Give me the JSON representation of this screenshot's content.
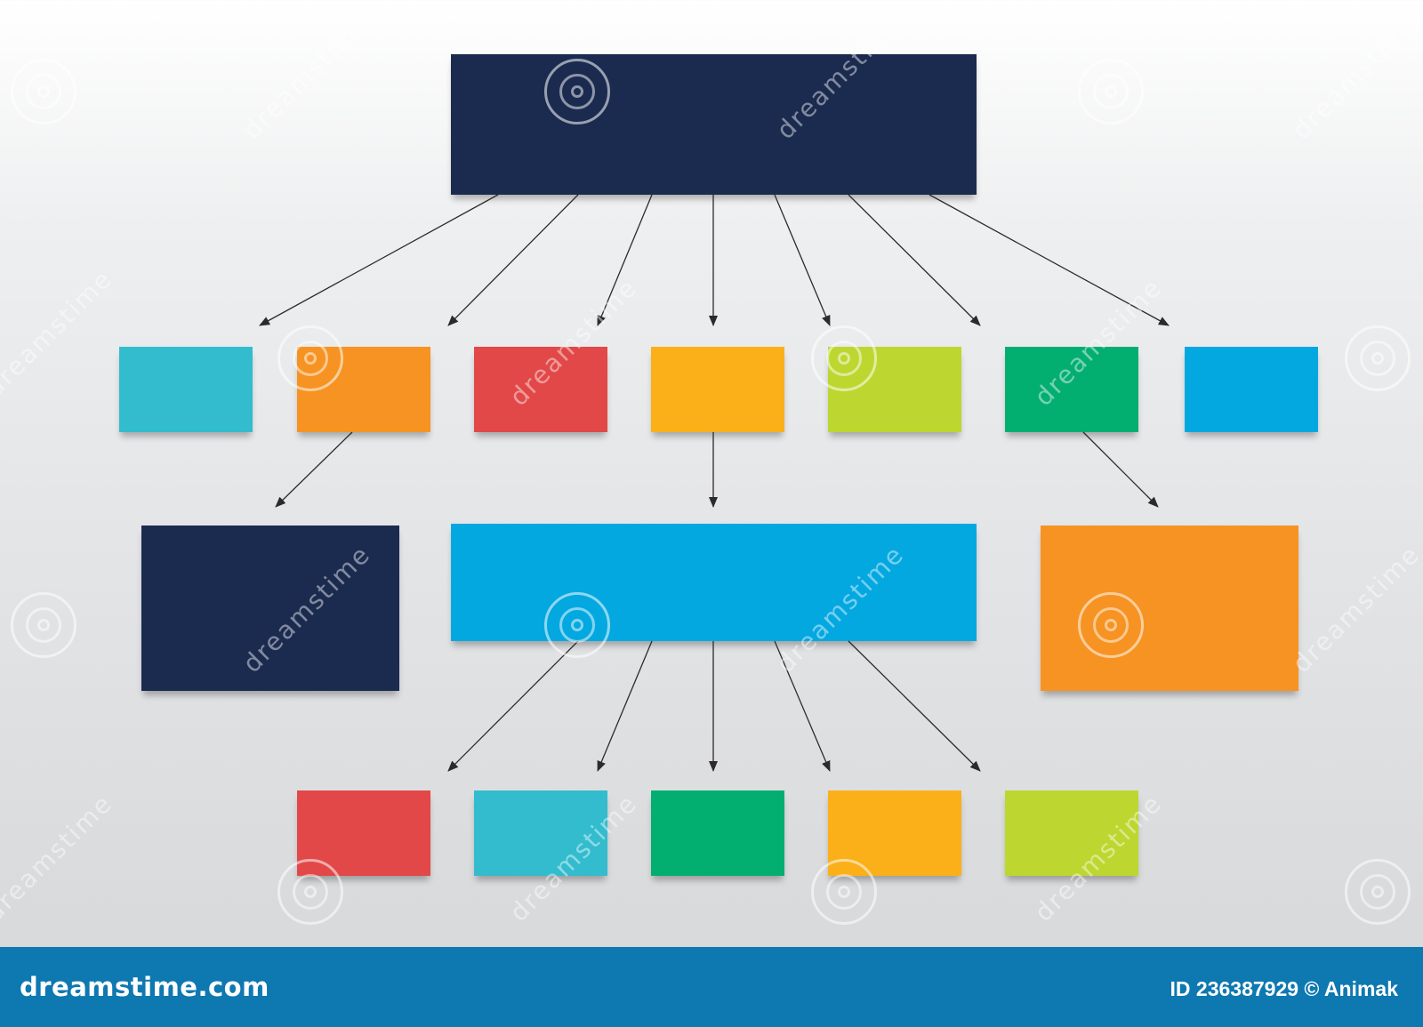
{
  "colors": {
    "navy": "#1b2a4f",
    "teal": "#32bcce",
    "orange": "#f79322",
    "red": "#e24848",
    "amber": "#fbb01a",
    "lime": "#bdd730",
    "green": "#03ae71",
    "sky": "#04a8e1",
    "footer": "#0e78b1",
    "arrow": "#2b2b2b"
  },
  "diagram": {
    "type": "hierarchy-flowchart",
    "nodes": [
      {
        "id": "root",
        "level": 0,
        "color": "navy"
      },
      {
        "id": "l1-1",
        "level": 1,
        "color": "teal"
      },
      {
        "id": "l1-2",
        "level": 1,
        "color": "orange"
      },
      {
        "id": "l1-3",
        "level": 1,
        "color": "red"
      },
      {
        "id": "l1-4",
        "level": 1,
        "color": "amber"
      },
      {
        "id": "l1-5",
        "level": 1,
        "color": "lime"
      },
      {
        "id": "l1-6",
        "level": 1,
        "color": "green"
      },
      {
        "id": "l1-7",
        "level": 1,
        "color": "sky"
      },
      {
        "id": "l2-left",
        "level": 2,
        "color": "navy"
      },
      {
        "id": "l2-center",
        "level": 2,
        "color": "sky"
      },
      {
        "id": "l2-right",
        "level": 2,
        "color": "orange"
      },
      {
        "id": "l3-1",
        "level": 3,
        "color": "red"
      },
      {
        "id": "l3-2",
        "level": 3,
        "color": "teal"
      },
      {
        "id": "l3-3",
        "level": 3,
        "color": "green"
      },
      {
        "id": "l3-4",
        "level": 3,
        "color": "amber"
      },
      {
        "id": "l3-5",
        "level": 3,
        "color": "lime"
      }
    ],
    "edges": [
      {
        "from": "root",
        "to": "l1-1"
      },
      {
        "from": "root",
        "to": "l1-2"
      },
      {
        "from": "root",
        "to": "l1-3"
      },
      {
        "from": "root",
        "to": "l1-4"
      },
      {
        "from": "root",
        "to": "l1-5"
      },
      {
        "from": "root",
        "to": "l1-6"
      },
      {
        "from": "root",
        "to": "l1-7"
      },
      {
        "from": "l1-2",
        "to": "l2-left"
      },
      {
        "from": "l1-4",
        "to": "l2-center"
      },
      {
        "from": "l1-6",
        "to": "l2-right"
      },
      {
        "from": "l2-center",
        "to": "l3-1"
      },
      {
        "from": "l2-center",
        "to": "l3-2"
      },
      {
        "from": "l2-center",
        "to": "l3-3"
      },
      {
        "from": "l2-center",
        "to": "l3-4"
      },
      {
        "from": "l2-center",
        "to": "l3-5"
      }
    ]
  },
  "watermark": {
    "text": "dreamstime",
    "icon": "spiral-logo-icon"
  },
  "footer": {
    "brand": "dreamstime.com",
    "id_text": "ID 236387929 © Animak"
  }
}
